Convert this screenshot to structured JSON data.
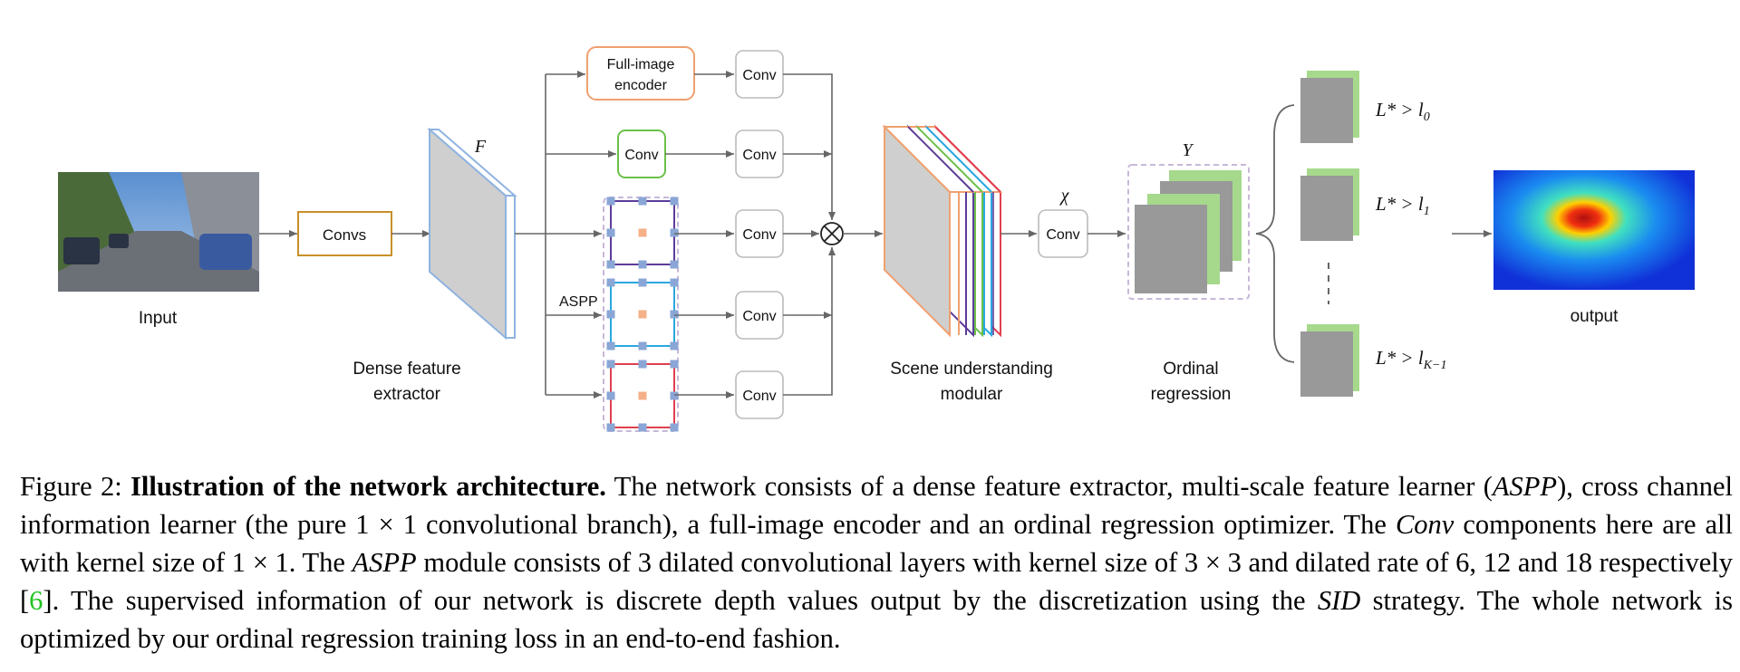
{
  "diagram": {
    "input_label": "Input",
    "convs_label": "Convs",
    "feature_symbol": "F",
    "dense_label_1": "Dense feature",
    "dense_label_2": "extractor",
    "encoder_label_1": "Full-image",
    "encoder_label_2": "encoder",
    "conv_label": "Conv",
    "aspp_label": "ASPP",
    "scene_label_1": "Scene understanding",
    "scene_label_2": "modular",
    "chi_symbol": "χ",
    "y_symbol": "Y",
    "ordinal_label_1": "Ordinal",
    "ordinal_label_2": "regression",
    "output_label": "output",
    "thresholds": [
      {
        "main": "L* > l",
        "sub": "0"
      },
      {
        "main": "L* > l",
        "sub": "1"
      },
      {
        "main": "L* > l",
        "sub": "K−1"
      }
    ],
    "colors": {
      "encoder_border": "#f0a070",
      "conv_green_border": "#6cc04a",
      "aspp_purple": "#5e3c99",
      "aspp_cyan": "#29a8e0",
      "aspp_red": "#e04050",
      "convs_border": "#c8902a",
      "feature_blue": "#8fb3e0",
      "ordinal_green": "#a6d98c",
      "gray": "#999999"
    }
  },
  "caption": {
    "prefix": "Figure 2: ",
    "bold_title": "Illustration of the network architecture.",
    "seg1": " The network consists of a dense feature extractor, multi-scale feature learner (",
    "aspp_1": "ASPP",
    "seg2": "), cross channel information learner (the pure 1 × 1 convolutional branch), a full-image encoder and an ordinal regression optimizer. The ",
    "conv_word": "Conv",
    "seg3": " components here are all with kernel size of 1 × 1. The ",
    "aspp_2": "ASPP",
    "seg4": " module consists of 3 dilated convolutional layers with kernel size of 3 × 3 and dilated rate of 6, 12 and 18 respectively [",
    "cite": "6",
    "seg5": "]. The supervised information of our network is discrete depth values output by the discretization using the ",
    "sid": "SID",
    "seg6": " strategy. The whole network is optimized by our ordinal regression training loss in an end-to-end fashion."
  }
}
